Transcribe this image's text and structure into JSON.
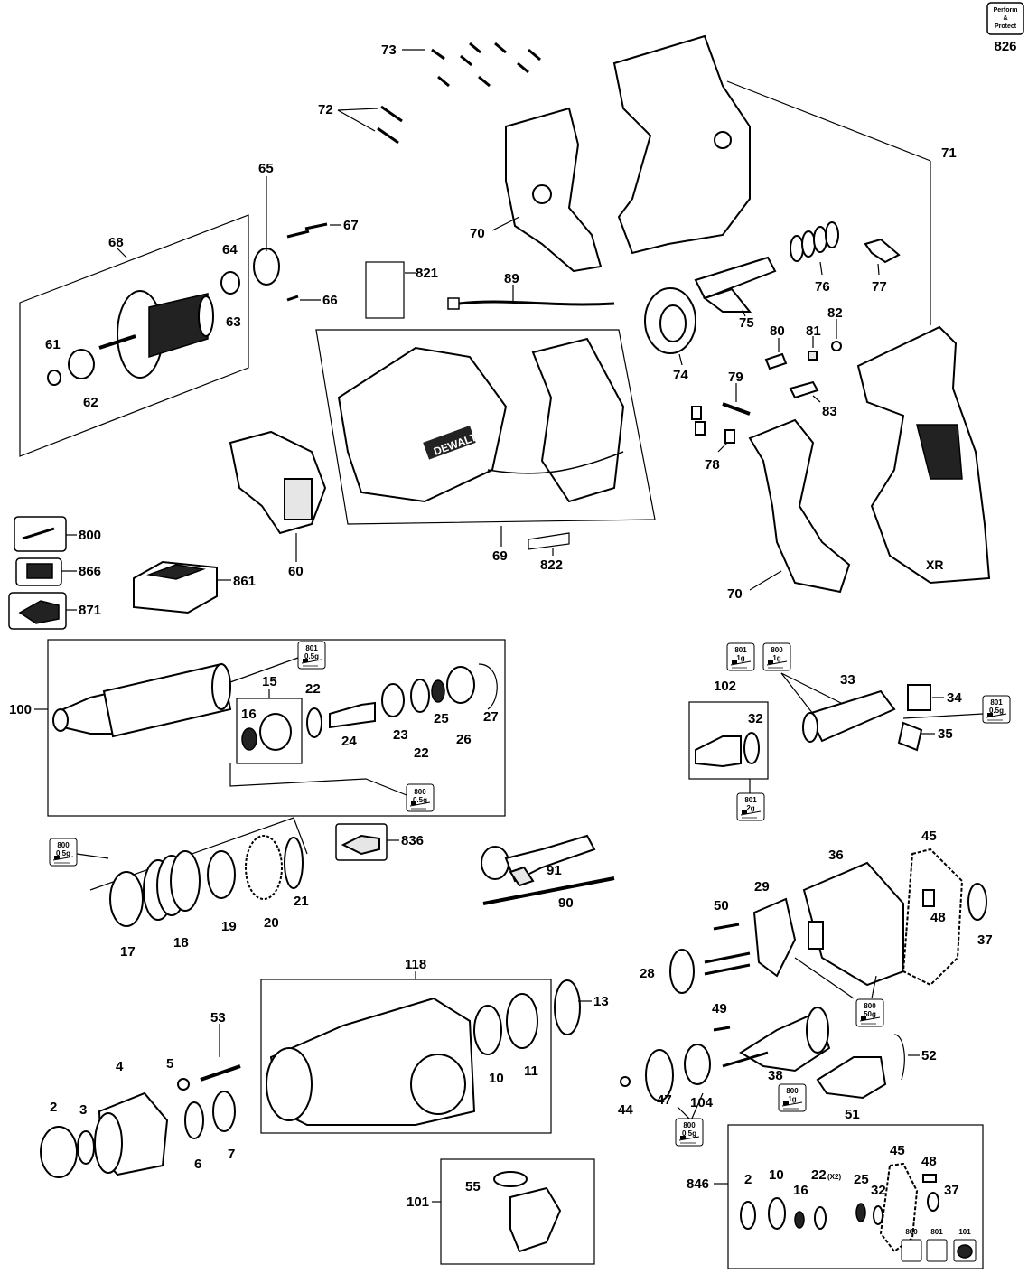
{
  "parts": {
    "p826": {
      "line1": "Perform",
      "line2": "&",
      "line3": "Protect",
      "num": "826"
    },
    "p73": "73",
    "p72": "72",
    "p71": "71",
    "p70a": "70",
    "p70b": "70",
    "p65": "65",
    "p67": "67",
    "p68": "68",
    "p64": "64",
    "p63": "63",
    "p61": "61",
    "p62": "62",
    "p66": "66",
    "p821": "821",
    "p89": "89",
    "p76": "76",
    "p77": "77",
    "p75": "75",
    "p74": "74",
    "p80": "80",
    "p81": "81",
    "p82": "82",
    "p79": "79",
    "p83": "83",
    "p78": "78",
    "p60": "60",
    "p69": "69",
    "p822": "822",
    "p800": "800",
    "p866": "866",
    "p861": "861",
    "p871": "871",
    "p100": "100",
    "p15": "15",
    "p16": "16",
    "p22a": "22",
    "p22b": "22",
    "p24": "24",
    "p23": "23",
    "p25": "25",
    "p26": "26",
    "p27": "27",
    "p102": "102",
    "p33": "33",
    "p34": "34",
    "p35": "35",
    "p32": "32",
    "p836": "836",
    "p17": "17",
    "p18": "18",
    "p19": "19",
    "p20": "20",
    "p21": "21",
    "p91": "91",
    "p90": "90",
    "p45a": "45",
    "p36": "36",
    "p29": "29",
    "p50": "50",
    "p48a": "48",
    "p37a": "37",
    "p28": "28",
    "p49": "49",
    "p13": "13",
    "p118": "118",
    "p10a": "10",
    "p11": "11",
    "p53": "53",
    "p5": "5",
    "p4": "4",
    "p2a": "2",
    "p3": "3",
    "p6": "6",
    "p7": "7",
    "p38": "38",
    "p52": "52",
    "p51": "51",
    "p44": "44",
    "p47": "47",
    "p104": "104",
    "p101": "101",
    "p55": "55",
    "p846": "846",
    "p2b": "2",
    "p10b": "10",
    "p16b": "16",
    "p22x2": "22",
    "x2": "(X2)",
    "p25b": "25",
    "p32b": "32",
    "p45b": "45",
    "p48b": "48",
    "p37b": "37",
    "k800": "800",
    "k801": "801",
    "k101": "101"
  },
  "grease_tags": {
    "t801_a": {
      "num": "801",
      "amt": "0.5g"
    },
    "t800_a": {
      "num": "800",
      "amt": "0.5g"
    },
    "t800_b": {
      "num": "800",
      "amt": "0.5g"
    },
    "t801_b": {
      "num": "801",
      "amt": "1g"
    },
    "t800_c": {
      "num": "800",
      "amt": "1g"
    },
    "t801_c": {
      "num": "801",
      "amt": "0.5g"
    },
    "t801_d": {
      "num": "801",
      "amt": "2g"
    },
    "t800_d": {
      "num": "800",
      "amt": "50g"
    },
    "t800_e": {
      "num": "800",
      "amt": "1g"
    },
    "t800_f": {
      "num": "800",
      "amt": "0.5g"
    }
  },
  "brand": {
    "logo": "DEWALT",
    "series": "XR"
  }
}
